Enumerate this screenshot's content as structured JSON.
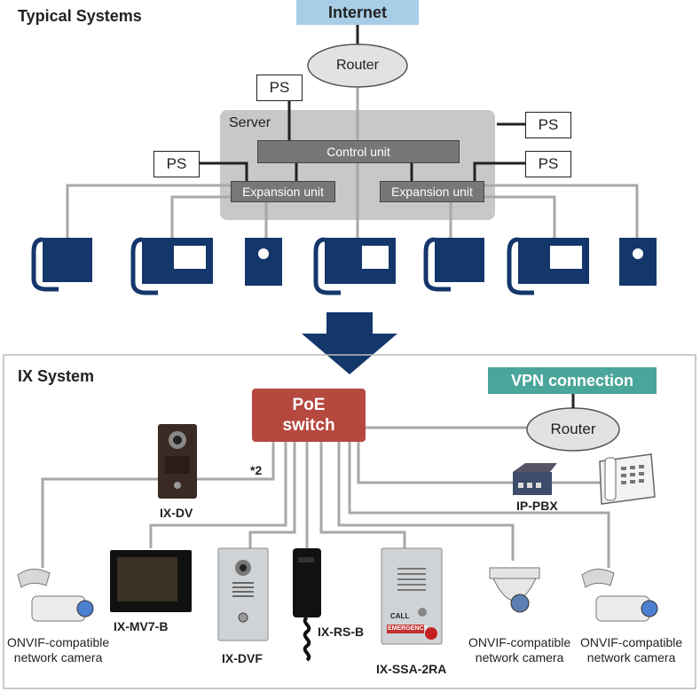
{
  "typical": {
    "heading": "Typical Systems",
    "internet": "Internet",
    "router": "Router",
    "server": "Server",
    "control_unit": "Control unit",
    "expansion_unit_left": "Expansion unit",
    "expansion_unit_right": "Expansion unit",
    "ps_labels": [
      "PS",
      "PS",
      "PS",
      "PS"
    ]
  },
  "ix": {
    "heading": "IX System",
    "vpn": "VPN connection",
    "poe_line1": "PoE",
    "poe_line2": "switch",
    "router": "Router",
    "note": "*2",
    "devices": {
      "ix_dv": "IX-DV",
      "ip_pbx": "IP-PBX",
      "ix_mv7b": "IX-MV7-B",
      "ix_dvf": "IX-DVF",
      "ix_rsb": "IX-RS-B",
      "ix_ssa": "IX-SSA-2RA",
      "cam_left_1": "ONVIF-compatible",
      "cam_left_2": "network camera",
      "cam_mid_1": "ONVIF-compatible",
      "cam_mid_2": "network camera",
      "cam_right_1": "ONVIF-compatible",
      "cam_right_2": "network camera"
    },
    "ssa_panel": {
      "call": "CALL",
      "emergency": "EMERGENCY"
    }
  },
  "colors": {
    "navy": "#14376b",
    "poe": "#b5483f",
    "vpn": "#4aa59a",
    "internet": "#a8cde6",
    "server_bg": "#c8c8c8"
  }
}
